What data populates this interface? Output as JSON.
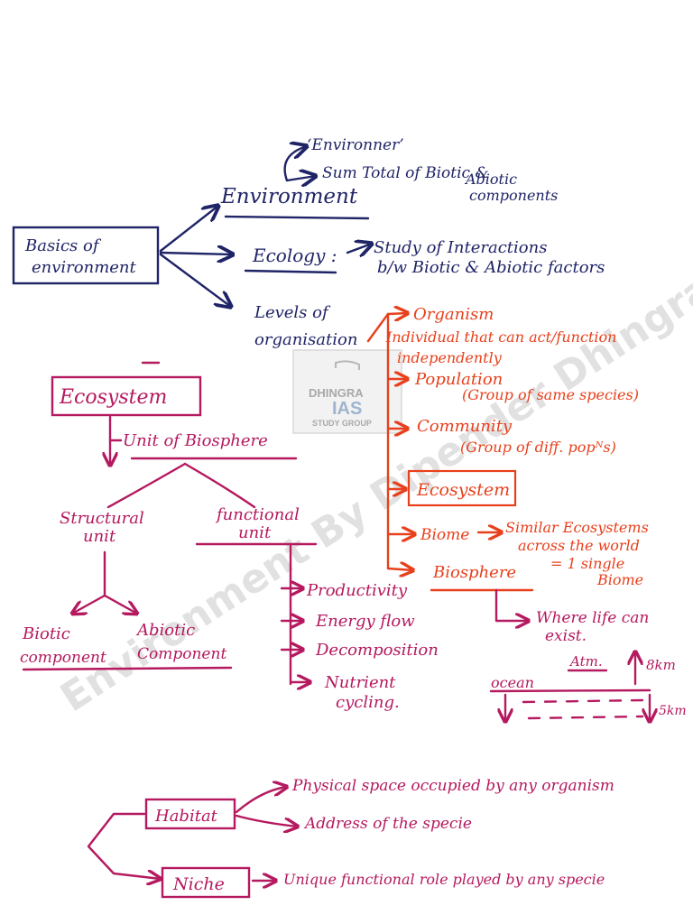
{
  "watermark": {
    "diagonal_text": "Environment By Dipender Dhingra",
    "logo_line1": "DHINGRA",
    "logo_line2": "IAS",
    "logo_line3": "STUDY GROUP"
  },
  "colors": {
    "navy_ink": "#1f2466",
    "red_ink": "#e8401c",
    "magenta_ink": "#b5195f"
  },
  "top_map": {
    "root": [
      "Basics of",
      "environment"
    ],
    "environment": {
      "label": "Environment",
      "sub1": "‘Environner’",
      "sub2": "Sum Total of Biotic &",
      "sub3": "Abiotic",
      "sub4": "components"
    },
    "ecology": {
      "label": "Ecology :",
      "def1": "Study of Interactions",
      "def2": "b/w Biotic & Abiotic factors"
    },
    "levels": {
      "label1": "Levels of",
      "label2": "organisation"
    }
  },
  "levels_list": {
    "organism": "Organism",
    "organism_def1": "Individual that can act/function",
    "organism_def2": "independently",
    "population": "Population",
    "population_def": "(Group of same species)",
    "community": "Community",
    "community_def": "(Group of diff. popᴺs)",
    "ecosystem": "Ecosystem",
    "biome": "Biome",
    "biome_def1": "Similar Ecosystems",
    "biome_def2": "across the world",
    "biome_def3": "= 1 single",
    "biome_def4": "Biome",
    "biosphere": "Biosphere",
    "biosphere_def1": "Where life can",
    "biosphere_def2": "exist.",
    "atm": "Atm.",
    "ocean": "ocean",
    "height": "8km",
    "depth": "5km"
  },
  "ecosystem_map": {
    "title": "Ecosystem",
    "unit": "Unit of Biosphere",
    "structural1": "Structural",
    "structural2": "unit",
    "functional1": "functional",
    "functional2": "unit",
    "biotic1": "Biotic",
    "biotic2": "component",
    "abiotic1": "Abiotic",
    "abiotic2": "Component",
    "functions": [
      "Productivity",
      "Energy flow",
      "Decomposition",
      "Nutrient",
      "cycling."
    ]
  },
  "habitat_niche": {
    "habitat": "Habitat",
    "habitat_def1": "Physical space occupied by any organism",
    "habitat_def2": "Address of the specie",
    "niche": "Niche",
    "niche_def": "Unique functional role played by any specie"
  }
}
